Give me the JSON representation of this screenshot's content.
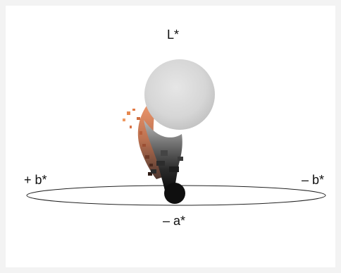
{
  "labels": {
    "l_axis": "L*",
    "plus_b": "+ b*",
    "minus_b": "– b*",
    "minus_a": "– a*"
  },
  "colors": {
    "background_outer": "#f3f3f3",
    "background_panel": "#ffffff",
    "ellipse_stroke": "#222222",
    "sphere_light": "#dcdcdc",
    "sphere_dark": "#101010",
    "gamut_orange": "#e0703a",
    "gamut_brown": "#6a3a28"
  }
}
